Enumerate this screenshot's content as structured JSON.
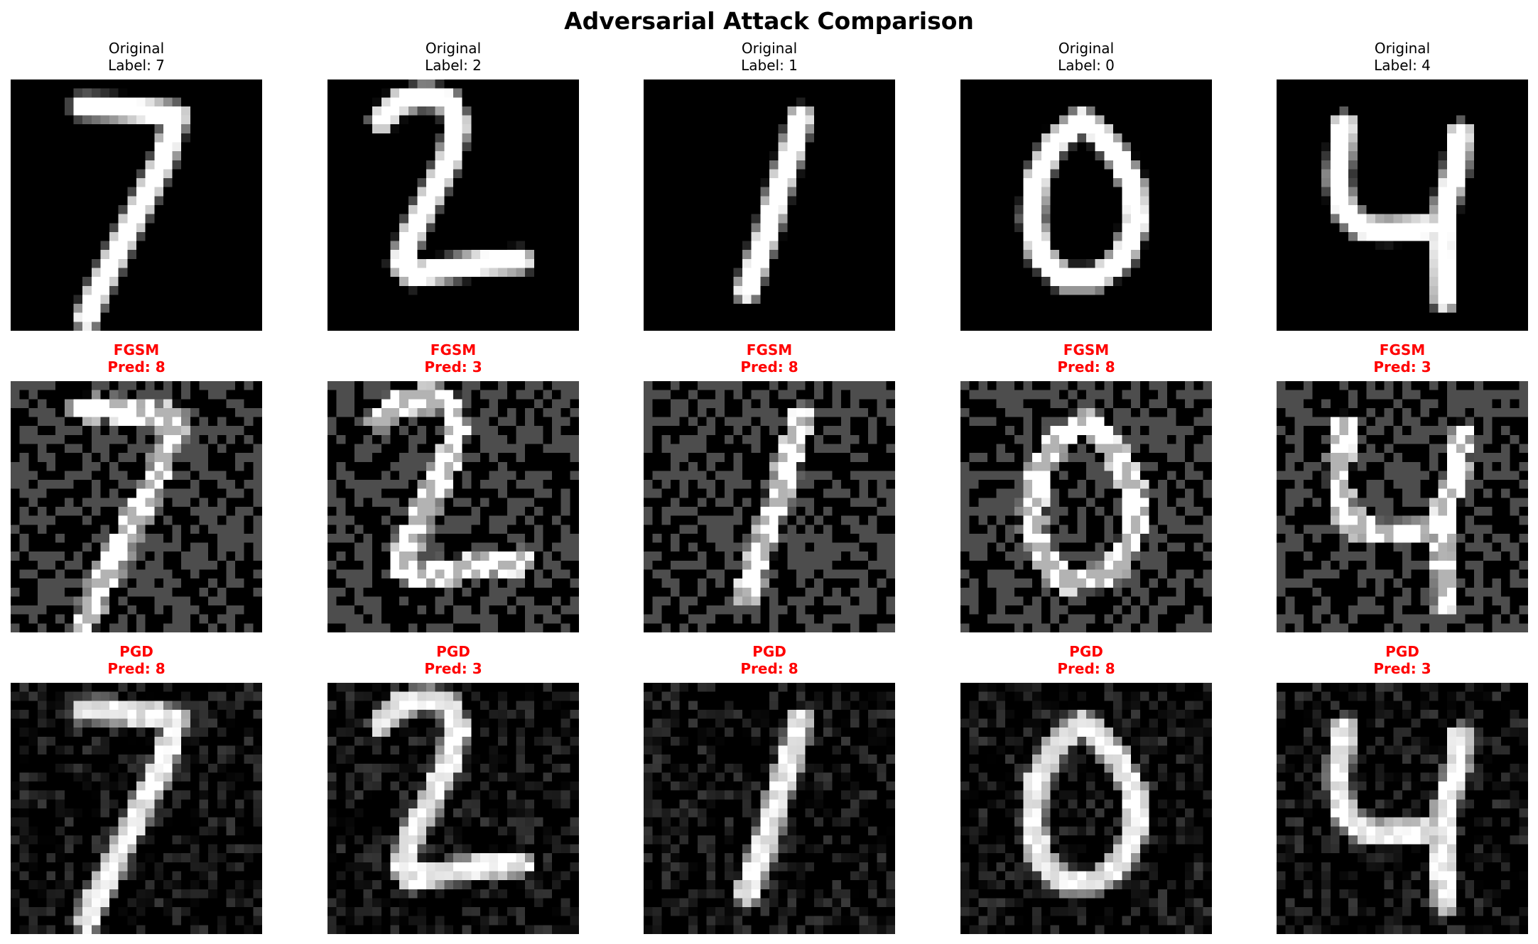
{
  "figure": {
    "title": "Adversarial Attack Comparison"
  },
  "colors": {
    "attack_title": "#ff0000",
    "normal_title": "#000000",
    "image_background": "#000000"
  },
  "columns": [
    {
      "digit": "7",
      "original": {
        "line1": "Original",
        "line2": "Label: 7"
      },
      "fgsm": {
        "line1": "FGSM",
        "line2": "Pred: 8"
      },
      "pgd": {
        "line1": "PGD",
        "line2": "Pred: 8"
      }
    },
    {
      "digit": "2",
      "original": {
        "line1": "Original",
        "line2": "Label: 2"
      },
      "fgsm": {
        "line1": "FGSM",
        "line2": "Pred: 3"
      },
      "pgd": {
        "line1": "PGD",
        "line2": "Pred: 3"
      }
    },
    {
      "digit": "1",
      "original": {
        "line1": "Original",
        "line2": "Label: 1"
      },
      "fgsm": {
        "line1": "FGSM",
        "line2": "Pred: 8"
      },
      "pgd": {
        "line1": "PGD",
        "line2": "Pred: 8"
      }
    },
    {
      "digit": "0",
      "original": {
        "line1": "Original",
        "line2": "Label: 0"
      },
      "fgsm": {
        "line1": "FGSM",
        "line2": "Pred: 8"
      },
      "pgd": {
        "line1": "PGD",
        "line2": "Pred: 8"
      }
    },
    {
      "digit": "4",
      "original": {
        "line1": "Original",
        "line2": "Label: 4"
      },
      "fgsm": {
        "line1": "FGSM",
        "line2": "Pred: 3"
      },
      "pgd": {
        "line1": "PGD",
        "line2": "Pred: 3"
      }
    }
  ]
}
